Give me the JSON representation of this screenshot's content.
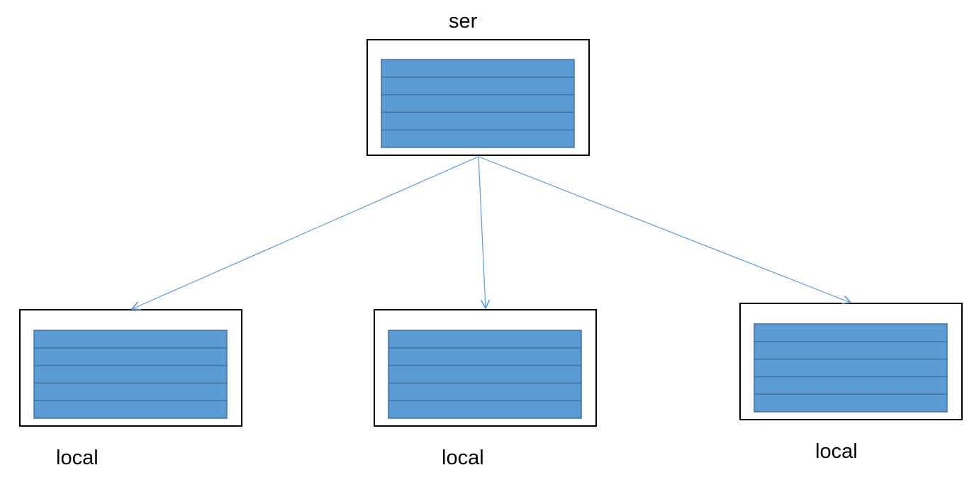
{
  "diagram": {
    "server": {
      "label": "ser",
      "rows": 5
    },
    "clients": [
      {
        "label": "local",
        "rows": 5
      },
      {
        "label": "local",
        "rows": 5
      },
      {
        "label": "local",
        "rows": 5
      }
    ],
    "colors": {
      "table_fill": "#5b9bd5",
      "table_stroke": "#41719c",
      "box_stroke": "#000000",
      "arrow": "#5b9bd5"
    }
  }
}
